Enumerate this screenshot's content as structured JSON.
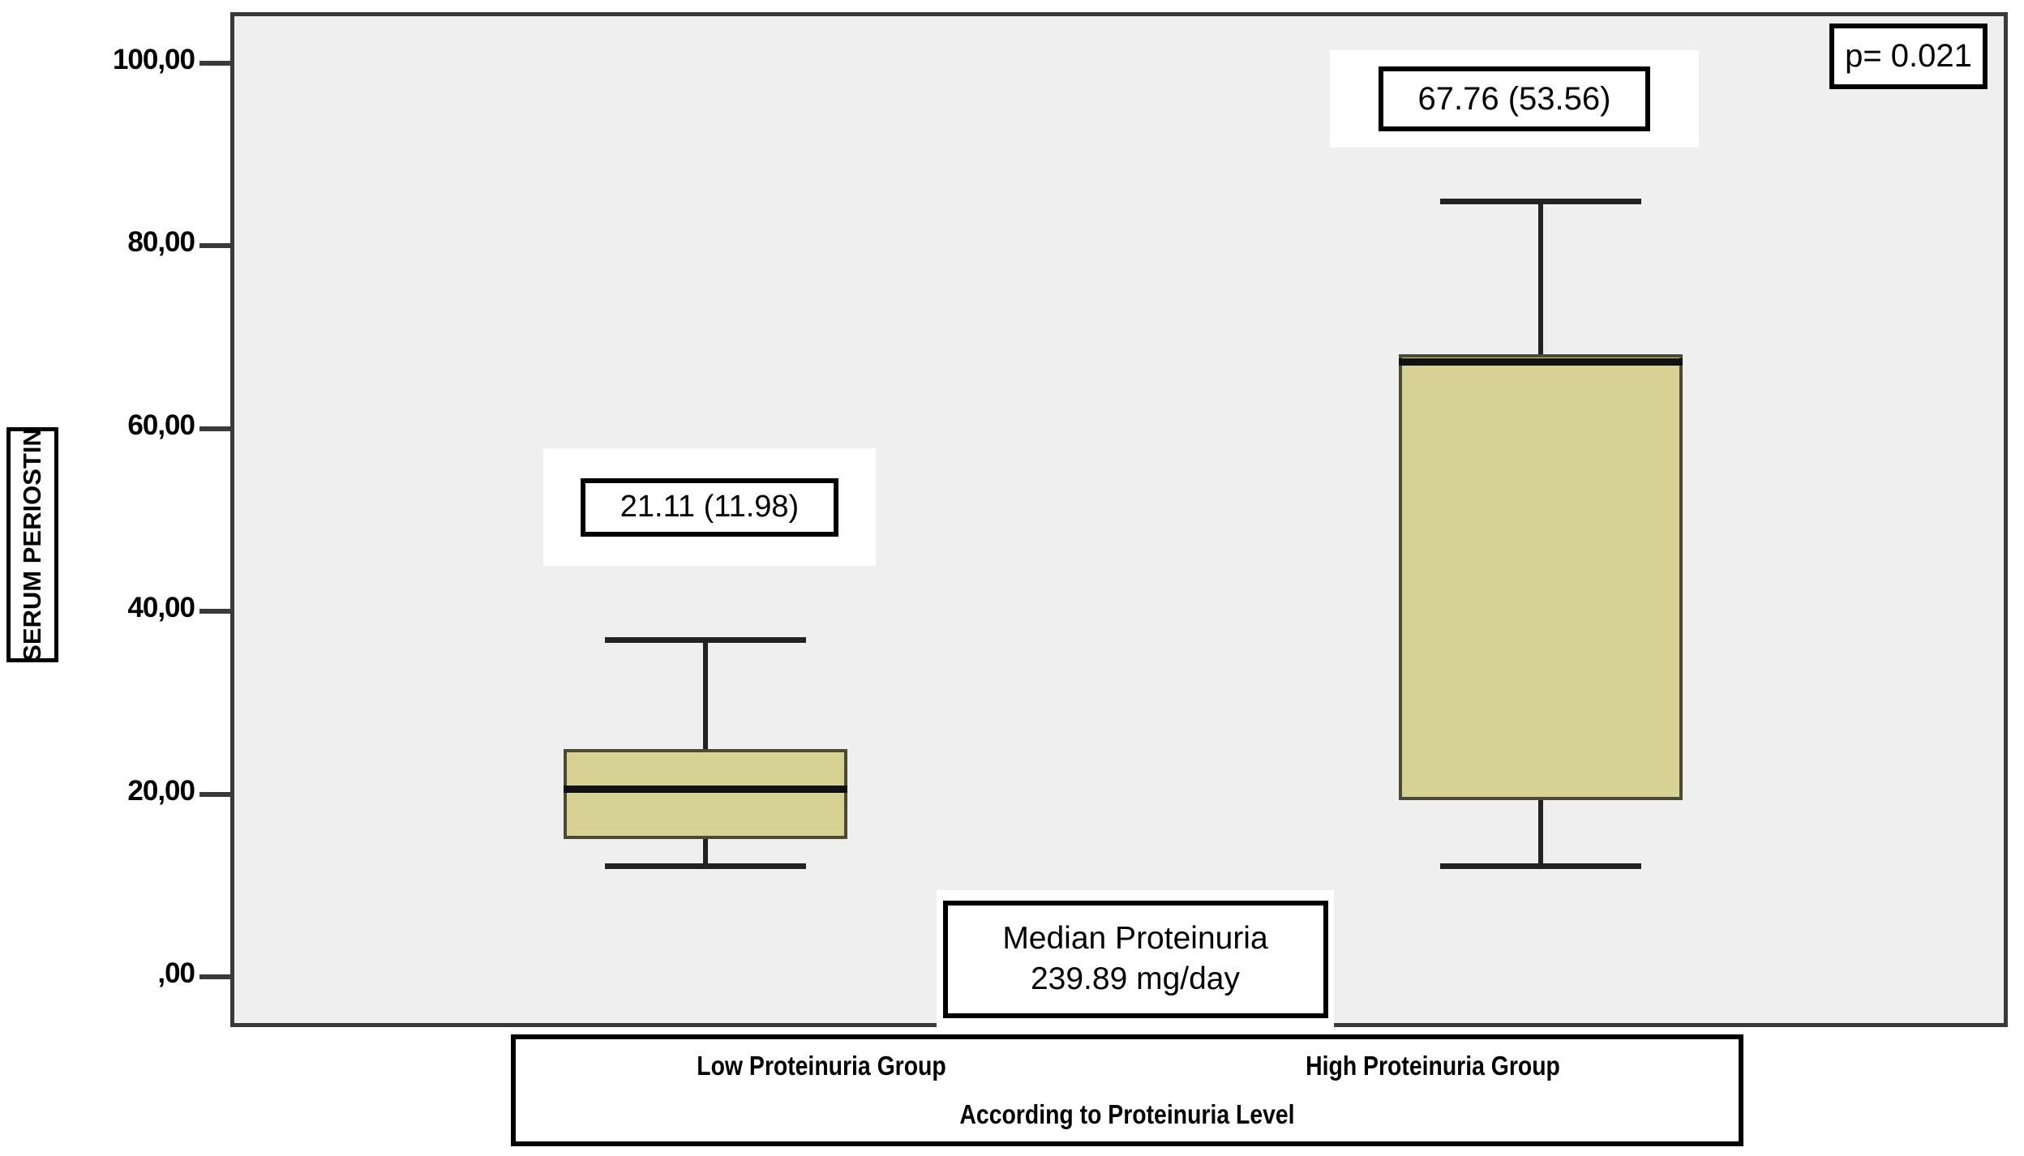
{
  "chart_data": {
    "type": "box",
    "title": "",
    "xlabel": "According to Proteinuria Level",
    "ylabel": "SERUM PERIOSTIN",
    "categories": [
      "Low Proteinuria Group",
      "High Proteinuria Group"
    ],
    "ylim": [
      0,
      100
    ],
    "yticks": [
      0,
      20,
      40,
      60,
      80,
      100
    ],
    "ytick_labels": [
      ",00",
      "20,00",
      "40,00",
      "60,00",
      "80,00",
      "100,00"
    ],
    "grid": false,
    "legend": "none",
    "box_fill_color": "#d6d294",
    "box_edge_color": "#4a4a35",
    "plot_background_color": "#efefef",
    "series": [
      {
        "name": "Low Proteinuria Group",
        "whisker_low": 12.6,
        "q1": 15.5,
        "median": 21.0,
        "q3": 25.4,
        "whisker_high": 37.4,
        "label": "21.11 (11.98)",
        "label_median": 21.11,
        "label_iqr": 11.98
      },
      {
        "name": "High Proteinuria Group",
        "whisker_low": 12.6,
        "q1": 19.8,
        "median": 67.76,
        "q3": 68.6,
        "whisker_high": 85.4,
        "label": "67.76 (53.56)",
        "label_median": 67.76,
        "label_iqr": 53.56
      }
    ],
    "annotations": [
      {
        "name": "p-value",
        "text": "p= 0.021"
      },
      {
        "name": "median-proteinuria",
        "line1": "Median Proteinuria",
        "line2": "239.89 mg/day"
      }
    ]
  },
  "y_axis": {
    "title": "SERUM PERIOSTIN",
    "ticks": [
      {
        "label": "100,00",
        "value": 100
      },
      {
        "label": "80,00",
        "value": 80
      },
      {
        "label": "60,00",
        "value": 60
      },
      {
        "label": "40,00",
        "value": 40
      },
      {
        "label": "20,00",
        "value": 20
      },
      {
        "label": ",00",
        "value": 0
      }
    ]
  },
  "x_axis": {
    "title": "According to Proteinuria Level",
    "categories": [
      "Low Proteinuria Group",
      "High Proteinuria Group"
    ]
  },
  "annotations": {
    "low_group_stat": "21.11 (11.98)",
    "high_group_stat": "67.76 (53.56)",
    "p_value": "p= 0.021",
    "median_proteinuria_line1": "Median Proteinuria",
    "median_proteinuria_line2": "239.89 mg/day"
  }
}
